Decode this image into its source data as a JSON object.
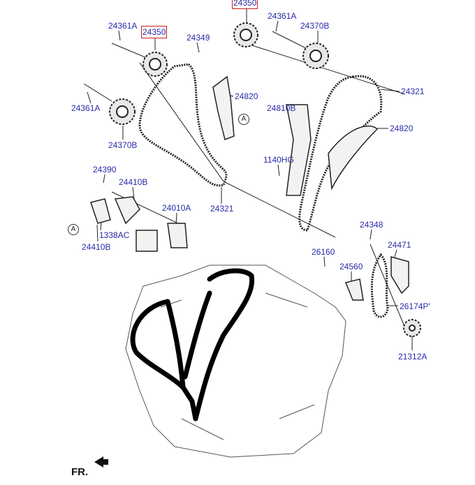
{
  "parts": [
    {
      "id": "p1",
      "code": "24350",
      "highlighted": true
    },
    {
      "id": "p2",
      "code": "24361A"
    },
    {
      "id": "p3",
      "code": "24370B"
    },
    {
      "id": "p4",
      "code": "24361A"
    },
    {
      "id": "p5",
      "code": "24350",
      "highlighted": true
    },
    {
      "id": "p6",
      "code": "24349"
    },
    {
      "id": "p7",
      "code": "24321"
    },
    {
      "id": "p8",
      "code": "24820"
    },
    {
      "id": "p9",
      "code": "24361A"
    },
    {
      "id": "p10",
      "code": "24810B"
    },
    {
      "id": "p11",
      "code": "24820"
    },
    {
      "id": "p12",
      "code": "24370B"
    },
    {
      "id": "p13",
      "code": "1140HG"
    },
    {
      "id": "p14",
      "code": "24390"
    },
    {
      "id": "p15",
      "code": "24410B"
    },
    {
      "id": "p16",
      "code": "24010A"
    },
    {
      "id": "p17",
      "code": "24321"
    },
    {
      "id": "p18",
      "code": "24348"
    },
    {
      "id": "p19",
      "code": "24471"
    },
    {
      "id": "p20",
      "code": "1338AC"
    },
    {
      "id": "p21",
      "code": "24410B"
    },
    {
      "id": "p22",
      "code": "26160"
    },
    {
      "id": "p23",
      "code": "24560"
    },
    {
      "id": "p24",
      "code": "26174P'"
    },
    {
      "id": "p25",
      "code": "21312A"
    }
  ],
  "markers": [
    "A",
    "A"
  ],
  "direction_label": "FR.",
  "colors": {
    "label": "#2a2aa8",
    "highlight": "#d01c1c"
  }
}
